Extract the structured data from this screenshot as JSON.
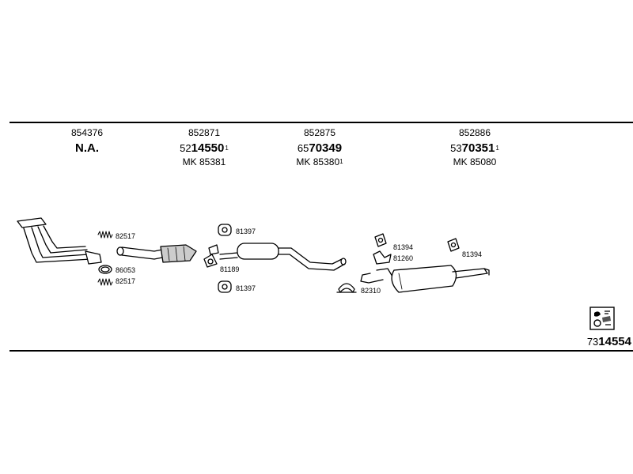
{
  "columns": [
    {
      "code": "854376",
      "main_prefix": "",
      "main": "N.A.",
      "sup": "",
      "mk": "",
      "mk_sup": ""
    },
    {
      "code": "852871",
      "main_prefix": "52",
      "main": "14550",
      "sup": "1",
      "mk": "MK 85381",
      "mk_sup": ""
    },
    {
      "code": "852875",
      "main_prefix": "65",
      "main": "70349",
      "sup": "",
      "mk": "MK 85380",
      "mk_sup": "1"
    },
    {
      "code": "852886",
      "main_prefix": "53",
      "main": "70351",
      "sup": "1",
      "mk": "MK 85080",
      "mk_sup": ""
    }
  ],
  "labels": {
    "a": "82517",
    "b": "86053",
    "c": "82517",
    "d": "81397",
    "e": "81189",
    "f": "81397",
    "g": "81394",
    "h": "81260",
    "i": "82310",
    "j": "81394"
  },
  "bottom_code": {
    "prefix": "73",
    "number": "14554"
  }
}
